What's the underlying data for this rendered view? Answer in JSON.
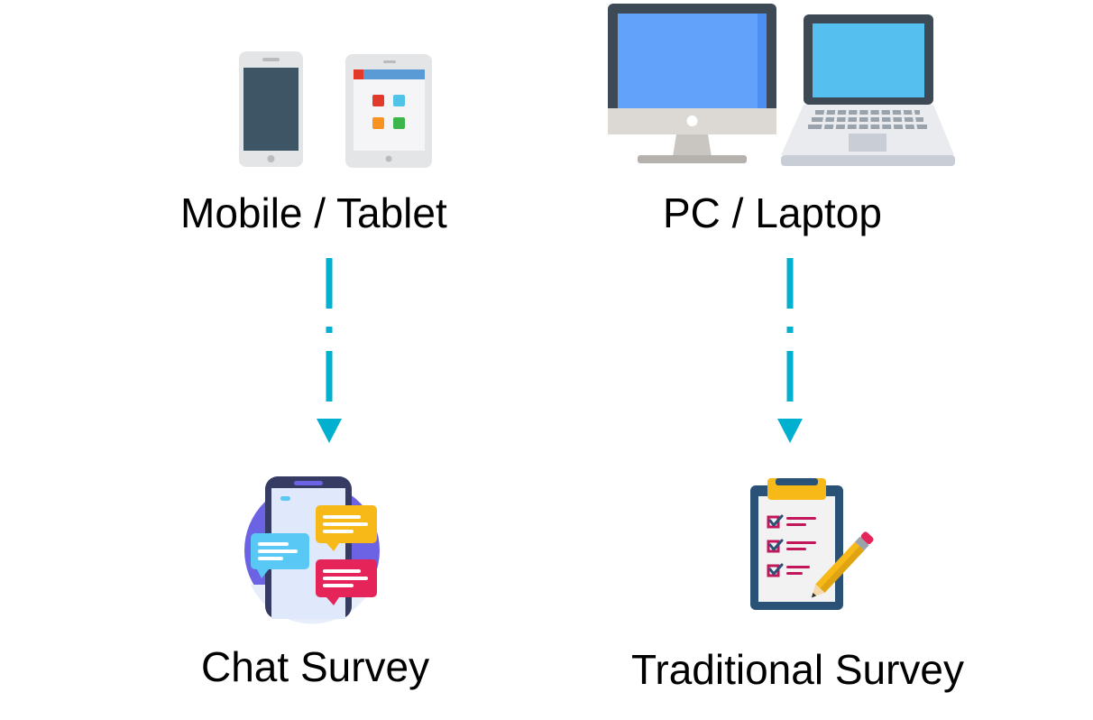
{
  "devices": {
    "left": {
      "label": "Mobile / Tablet",
      "icons": [
        "smartphone-icon",
        "tablet-icon"
      ]
    },
    "right": {
      "label": "PC / Laptop",
      "icons": [
        "desktop-monitor-icon",
        "laptop-icon"
      ]
    }
  },
  "surveys": {
    "left": {
      "label": "Chat Survey",
      "icon": "chat-survey-icon"
    },
    "right": {
      "label": "Traditional Survey",
      "icon": "clipboard-checklist-icon"
    }
  },
  "colors": {
    "arrow": "#00b0ce",
    "text": "#000000"
  }
}
